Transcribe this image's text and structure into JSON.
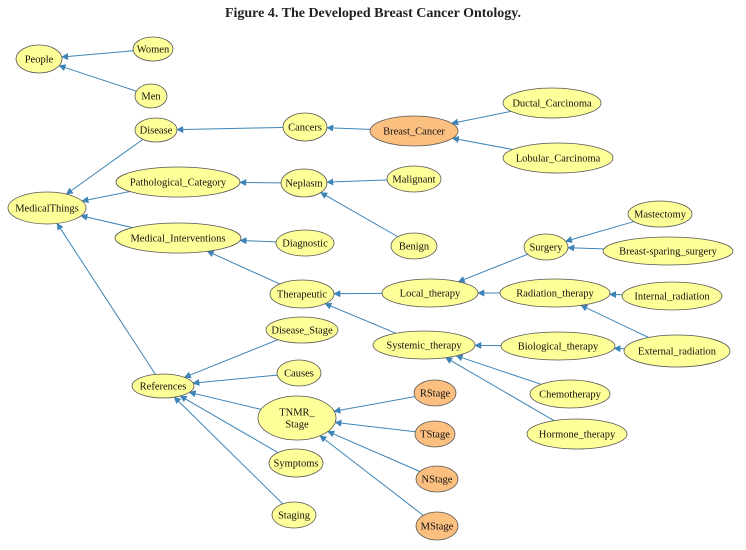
{
  "title": "Figure 4. The Developed Breast Cancer Ontology.",
  "colors": {
    "node_fill": "#ffff99",
    "highlight_fill": "#fbbf80",
    "node_stroke": "#555555",
    "edge": "#3d84b8"
  },
  "nodes": [
    {
      "id": "people",
      "label": "People",
      "highlight": false
    },
    {
      "id": "women",
      "label": "Women",
      "highlight": false
    },
    {
      "id": "men",
      "label": "Men",
      "highlight": false
    },
    {
      "id": "medicalthings",
      "label": "MedicalThings",
      "highlight": false
    },
    {
      "id": "disease",
      "label": "Disease",
      "highlight": false
    },
    {
      "id": "cancers",
      "label": "Cancers",
      "highlight": false
    },
    {
      "id": "breast_cancer",
      "label": "Breast_Cancer",
      "highlight": true
    },
    {
      "id": "ductal",
      "label": "Ductal_Carcinoma",
      "highlight": false
    },
    {
      "id": "lobular",
      "label": "Lobular_Carcinoma",
      "highlight": false
    },
    {
      "id": "pathological",
      "label": "Pathological_Category",
      "highlight": false
    },
    {
      "id": "neplasm",
      "label": "Neplasm",
      "highlight": false
    },
    {
      "id": "malignant",
      "label": "Malignant",
      "highlight": false
    },
    {
      "id": "benign",
      "label": "Benign",
      "highlight": false
    },
    {
      "id": "med_interventions",
      "label": "Medical_Interventions",
      "highlight": false
    },
    {
      "id": "diagnostic",
      "label": "Diagnostic",
      "highlight": false
    },
    {
      "id": "therapeutic",
      "label": "Therapeutic",
      "highlight": false
    },
    {
      "id": "local_therapy",
      "label": "Local_therapy",
      "highlight": false
    },
    {
      "id": "surgery",
      "label": "Surgery",
      "highlight": false
    },
    {
      "id": "mastectomy",
      "label": "Mastectomy",
      "highlight": false
    },
    {
      "id": "breast_sparing",
      "label": "Breast-sparing_surgery",
      "highlight": false
    },
    {
      "id": "radiation",
      "label": "Radiation_therapy",
      "highlight": false
    },
    {
      "id": "internal_rad",
      "label": "Internal_radiation",
      "highlight": false
    },
    {
      "id": "external_rad",
      "label": "External_radiation",
      "highlight": false
    },
    {
      "id": "systemic",
      "label": "Systemic_therapy",
      "highlight": false
    },
    {
      "id": "biological",
      "label": "Biological_therapy",
      "highlight": false
    },
    {
      "id": "chemo",
      "label": "Chemotherapy",
      "highlight": false
    },
    {
      "id": "hormone",
      "label": "Hormone_therapy",
      "highlight": false
    },
    {
      "id": "references",
      "label": "References",
      "highlight": false
    },
    {
      "id": "disease_stage",
      "label": "Disease_Stage",
      "highlight": false
    },
    {
      "id": "causes",
      "label": "Causes",
      "highlight": false
    },
    {
      "id": "tnmr",
      "label": "TNMR_\nStage",
      "highlight": false
    },
    {
      "id": "rstage",
      "label": "RStage",
      "highlight": true
    },
    {
      "id": "tstage",
      "label": "TStage",
      "highlight": true
    },
    {
      "id": "nstage",
      "label": "NStage",
      "highlight": true
    },
    {
      "id": "mstage",
      "label": "MStage",
      "highlight": true
    },
    {
      "id": "symptoms",
      "label": "Symptoms",
      "highlight": false
    },
    {
      "id": "staging",
      "label": "Staging",
      "highlight": false
    }
  ],
  "edges": [
    [
      "women",
      "people"
    ],
    [
      "men",
      "people"
    ],
    [
      "disease",
      "medicalthings"
    ],
    [
      "pathological",
      "medicalthings"
    ],
    [
      "med_interventions",
      "medicalthings"
    ],
    [
      "references",
      "medicalthings"
    ],
    [
      "cancers",
      "disease"
    ],
    [
      "breast_cancer",
      "cancers"
    ],
    [
      "ductal",
      "breast_cancer"
    ],
    [
      "lobular",
      "breast_cancer"
    ],
    [
      "neplasm",
      "pathological"
    ],
    [
      "malignant",
      "neplasm"
    ],
    [
      "benign",
      "neplasm"
    ],
    [
      "diagnostic",
      "med_interventions"
    ],
    [
      "therapeutic",
      "med_interventions"
    ],
    [
      "local_therapy",
      "therapeutic"
    ],
    [
      "systemic",
      "therapeutic"
    ],
    [
      "surgery",
      "local_therapy"
    ],
    [
      "radiation",
      "local_therapy"
    ],
    [
      "mastectomy",
      "surgery"
    ],
    [
      "breast_sparing",
      "surgery"
    ],
    [
      "internal_rad",
      "radiation"
    ],
    [
      "external_rad",
      "radiation"
    ],
    [
      "biological",
      "systemic"
    ],
    [
      "external_rad",
      "biological"
    ],
    [
      "chemo",
      "systemic"
    ],
    [
      "hormone",
      "systemic"
    ],
    [
      "disease_stage",
      "references"
    ],
    [
      "causes",
      "references"
    ],
    [
      "tnmr",
      "references"
    ],
    [
      "symptoms",
      "references"
    ],
    [
      "staging",
      "references"
    ],
    [
      "rstage",
      "tnmr"
    ],
    [
      "tstage",
      "tnmr"
    ],
    [
      "nstage",
      "tnmr"
    ],
    [
      "mstage",
      "tnmr"
    ]
  ]
}
